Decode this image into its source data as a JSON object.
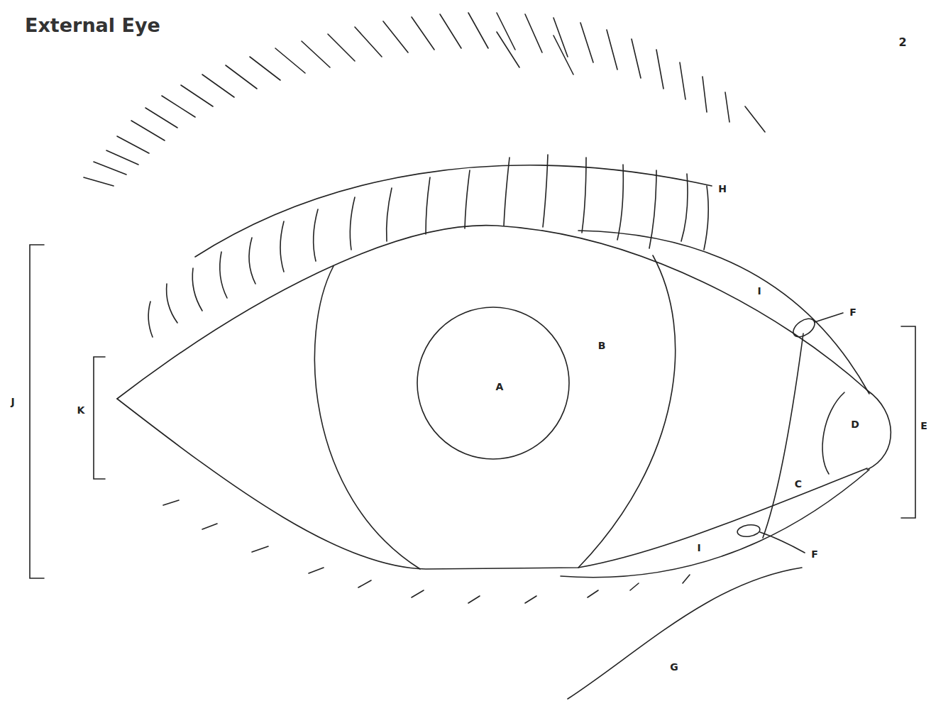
{
  "diagram": {
    "title": "External Eye",
    "labels": [
      "2",
      "A",
      "B",
      "C",
      "D",
      "E",
      "F",
      "F",
      "G",
      "H",
      "I",
      "I",
      "J",
      "K"
    ]
  }
}
